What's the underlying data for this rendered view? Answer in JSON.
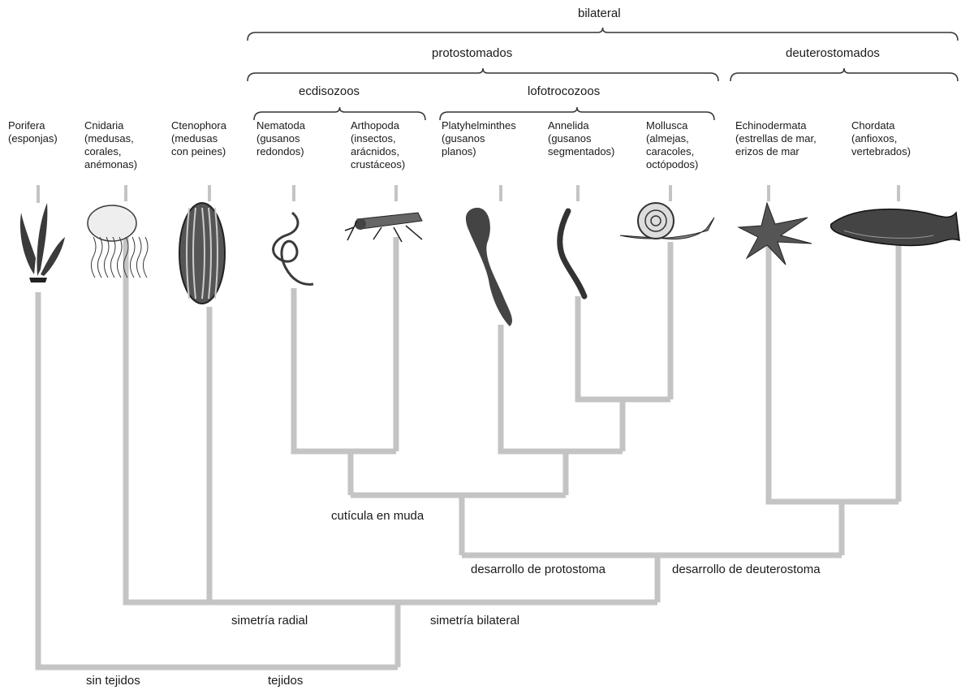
{
  "groups": {
    "bilateral": "bilateral",
    "protostomados": "protostomados",
    "deuterostomados": "deuterostomados",
    "ecdisozoos": "ecdisozoos",
    "lofotrocozoos": "lofotrocozoos"
  },
  "taxa": [
    {
      "id": "porifera",
      "name": "Porifera",
      "common": "(esponjas)",
      "icon": "sponge-icon"
    },
    {
      "id": "cnidaria",
      "name": "Cnidaria",
      "common": "(medusas,\ncorales,\nanémonas)",
      "icon": "jellyfish-icon"
    },
    {
      "id": "ctenophora",
      "name": "Ctenophora",
      "common": "(medusas\ncon peines)",
      "icon": "comb-jelly-icon"
    },
    {
      "id": "nematoda",
      "name": "Nematoda",
      "common": "(gusanos\nredondos)",
      "icon": "roundworm-icon"
    },
    {
      "id": "arthropoda",
      "name": "Arthopoda",
      "common": "(insectos,\narácnidos,\ncrustáceos)",
      "icon": "grasshopper-icon"
    },
    {
      "id": "platyhelminthes",
      "name": "Platyhelminthes",
      "common": "(gusanos\nplanos)",
      "icon": "flatworm-icon"
    },
    {
      "id": "annelida",
      "name": "Annelida",
      "common": "(gusanos\nsegmentados)",
      "icon": "earthworm-icon"
    },
    {
      "id": "mollusca",
      "name": "Mollusca",
      "common": "(almejas,\ncaracoles,\noctópodos)",
      "icon": "snail-icon"
    },
    {
      "id": "echinodermata",
      "name": "Echinodermata",
      "common": "(estrellas de mar,\nerizos de mar",
      "icon": "starfish-icon"
    },
    {
      "id": "chordata",
      "name": "Chordata",
      "common": "(anfioxos,\nvertebrados)",
      "icon": "whale-icon"
    }
  ],
  "traits": {
    "cuticula": "cutícula en muda",
    "protostoma": "desarrollo de protostoma",
    "deuterostoma": "desarrollo de deuterostoma",
    "radial": "simetría radial",
    "bilateral": "simetría bilateral",
    "sin_tejidos": "sin tejidos",
    "tejidos": "tejidos"
  },
  "colors": {
    "line": "#c4c4c4",
    "bracket": "#333333",
    "text": "#1a1a1a",
    "organism": "#3a3a3a"
  }
}
